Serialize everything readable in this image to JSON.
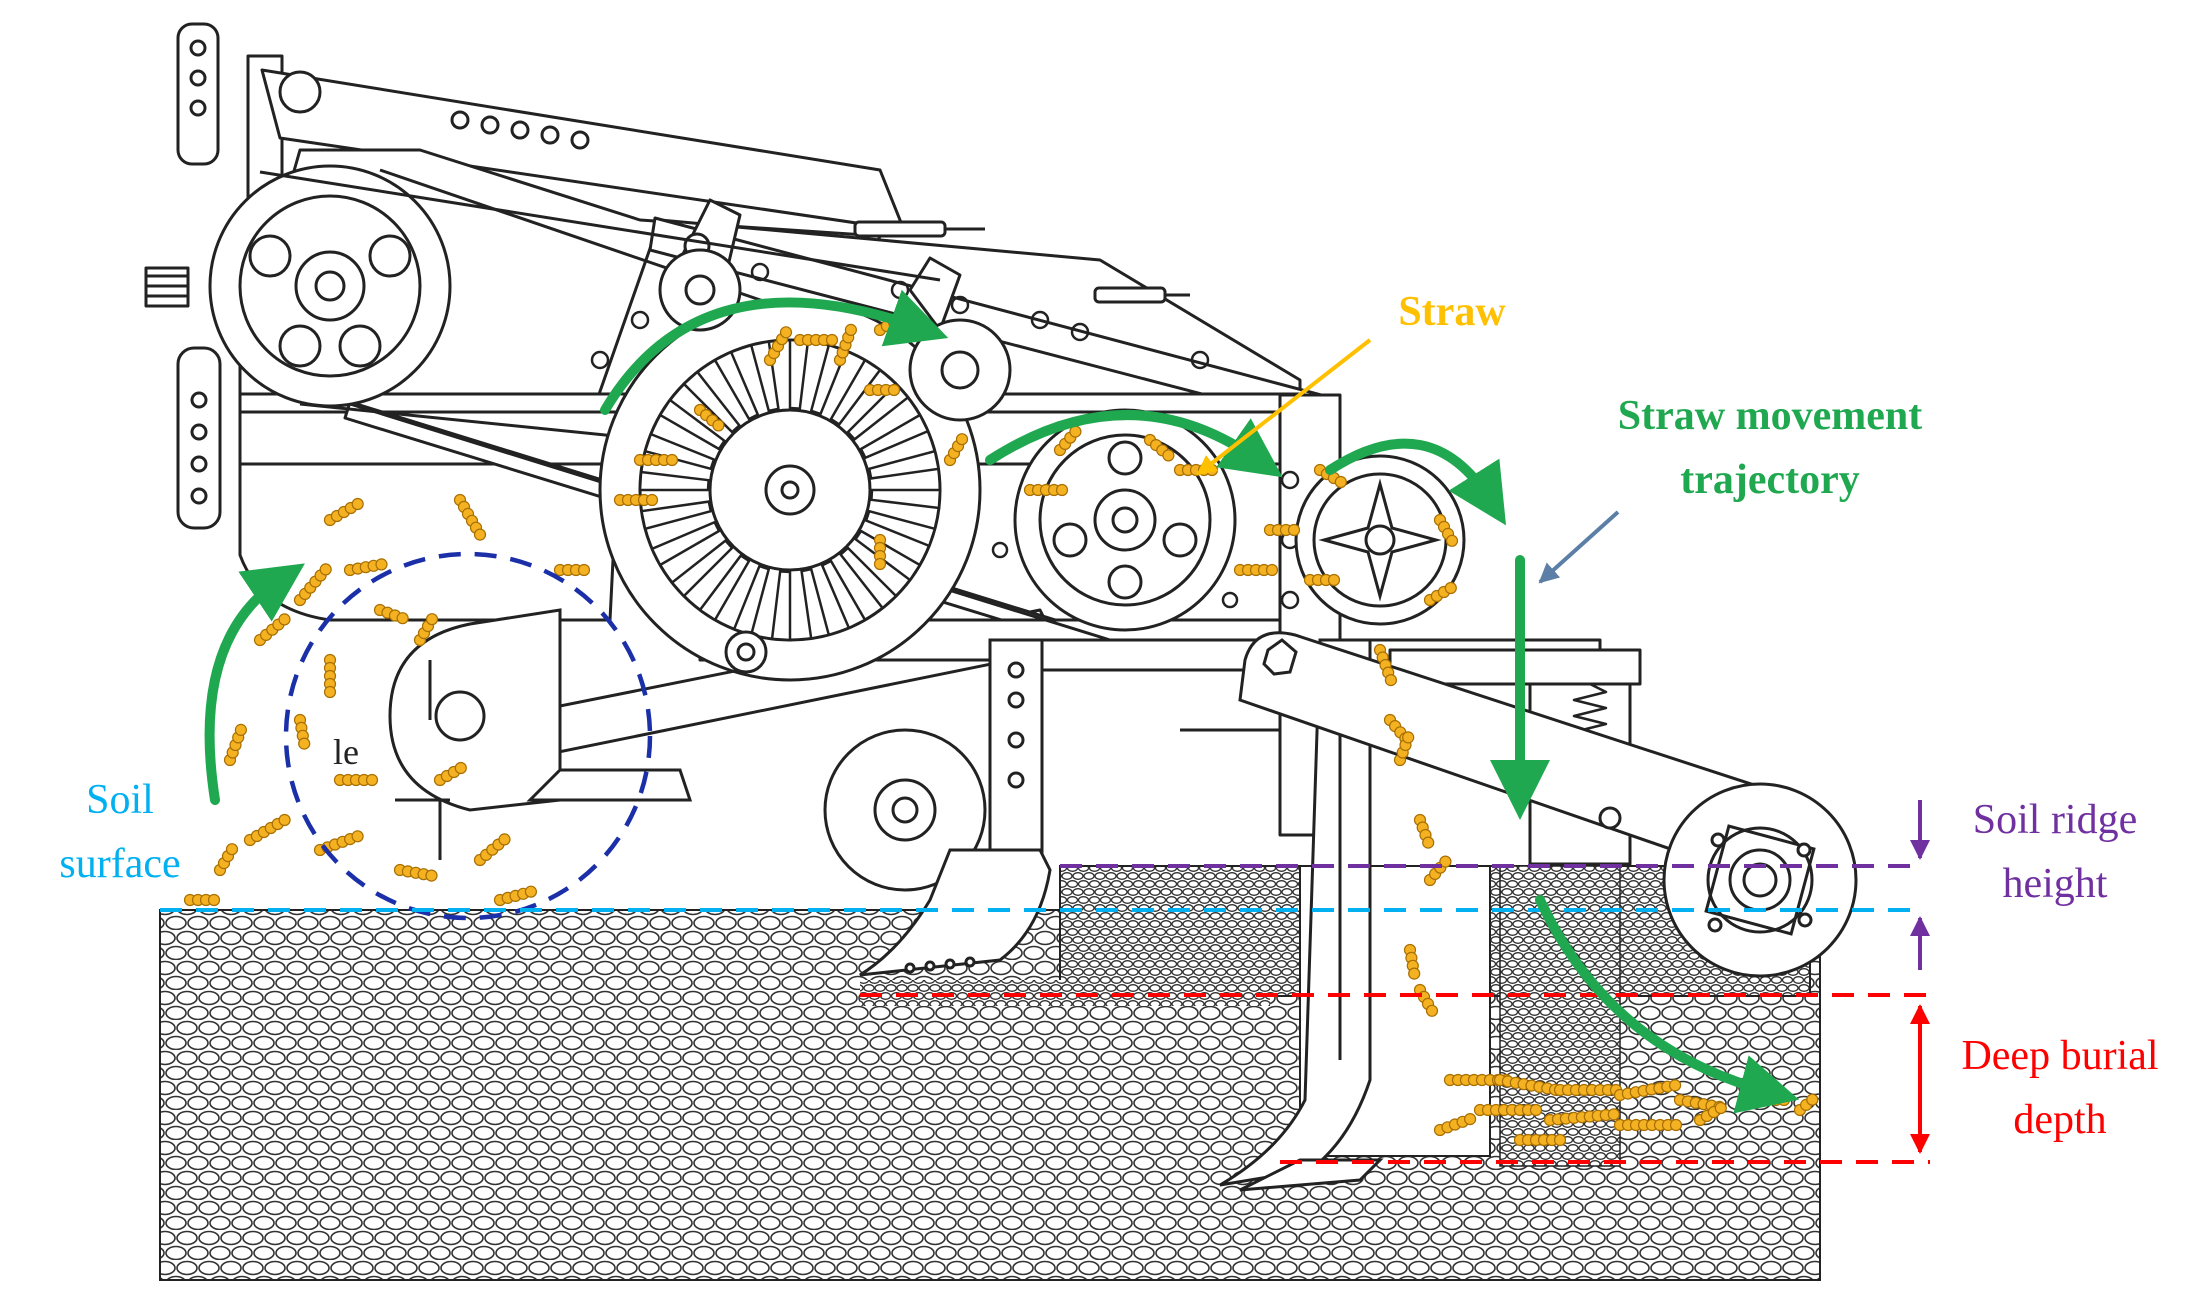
{
  "labels": {
    "straw": "Straw",
    "trajectory_line1": "Straw movement",
    "trajectory_line2": "trajectory",
    "soil_surface_line1": "Soil",
    "soil_surface_line2": "surface",
    "ridge_line1": "Soil ridge",
    "ridge_line2": "height",
    "burial_line1": "Deep burial",
    "burial_line2": "depth",
    "blade_mark": "le"
  },
  "colors": {
    "machine_line": "#222222",
    "green_arrow": "#1fa84f",
    "straw": "#f4b223",
    "straw_outline": "#a86f00",
    "soil_surface": "#00b0f0",
    "ridge": "#7030a0",
    "burial": "#ff0000",
    "pointer": "#5b7fa6",
    "straw_pointer": "#ffc000",
    "blue_dash": "#1a2fa8"
  }
}
